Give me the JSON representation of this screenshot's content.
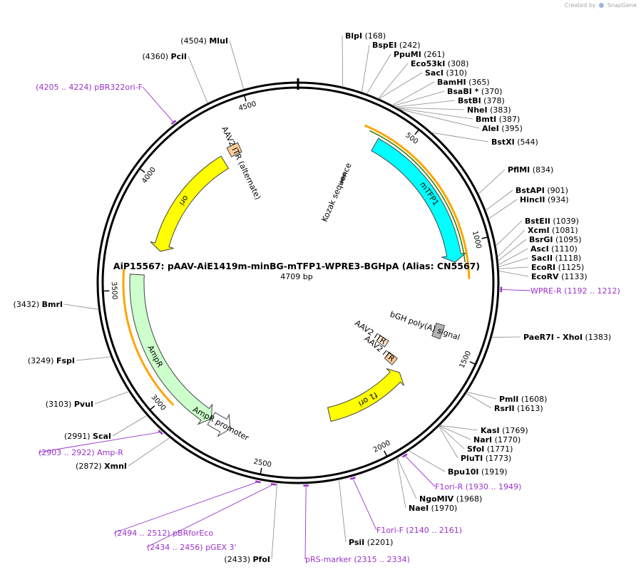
{
  "credit": {
    "prefix": "Created by",
    "brand": "SnapGene"
  },
  "plasmid": {
    "title": "AiP15567: pAAV-AiE1419m-minBG-mTFP1-WPRE3-BGHpA (Alias: CN5567)",
    "size_label": "4709 bp",
    "length": 4709
  },
  "colors": {
    "ori": "#ffff00",
    "mTFP1": "#00ffff",
    "AmpR": "#ccffcc",
    "f1ori": "#ffff00",
    "itr_alt": "#ffcc99",
    "itr": "#ffddbb",
    "bgh": "#b4b4b4",
    "primer": "#9a32cd",
    "orange_band": "#ffa500",
    "green_line": "#2e7d00"
  },
  "ticks": [
    {
      "pos": 500,
      "label": "500"
    },
    {
      "pos": 1000,
      "label": "1000"
    },
    {
      "pos": 1500,
      "label": "1500"
    },
    {
      "pos": 2000,
      "label": "2000"
    },
    {
      "pos": 2500,
      "label": "2500"
    },
    {
      "pos": 3000,
      "label": "3000"
    },
    {
      "pos": 3500,
      "label": "3500"
    },
    {
      "pos": 4000,
      "label": "4000"
    },
    {
      "pos": 4500,
      "label": "4500"
    }
  ],
  "features": [
    {
      "name": "mTFP1",
      "label": "mTFP1",
      "start": 380,
      "end": 1080,
      "kind": "arrow",
      "dir": 1,
      "color": "#00ffff"
    },
    {
      "name": "ori",
      "label": "ori",
      "start": 3700,
      "end": 4300,
      "kind": "arrow",
      "dir": -1,
      "color": "#ffff00"
    },
    {
      "name": "AmpR",
      "label": "AmpR",
      "start": 2780,
      "end": 3570,
      "kind": "arrow",
      "dir": -1,
      "color": "#ccffcc"
    },
    {
      "name": "AmpR promoter",
      "label": "AmpR promoter",
      "start": 2680,
      "end": 2780,
      "kind": "arrow",
      "dir": -1,
      "color": "#ffffff"
    },
    {
      "name": "f1 ori",
      "label": "f1 ori",
      "start": 1720,
      "end": 2180,
      "kind": "arrow",
      "dir": -1,
      "color": "#ffff00"
    },
    {
      "name": "AAV2 ITR (alternate)",
      "label": "AAV2 ITR (alternate)",
      "start": 4345,
      "end": 4405,
      "kind": "box",
      "color": "#ffcc99"
    },
    {
      "name": "AAV2 ITR",
      "label": "AAV2 ITR",
      "start": 1665,
      "end": 1715,
      "kind": "box",
      "color": "#ffcc99"
    },
    {
      "name": "AAV2 ITR",
      "label": "AAV2 ITR",
      "start": 1605,
      "end": 1655,
      "kind": "box",
      "color": "#ffe4c4"
    },
    {
      "name": "bGH poly(A) signal",
      "label": "bGH poly(A) signal",
      "start": 1390,
      "end": 1460,
      "kind": "box",
      "color": "#b4b4b4"
    },
    {
      "name": "Kozak sequence",
      "label": "Kozak sequence",
      "start": 300,
      "end": 310,
      "kind": "box",
      "color": "#808080"
    }
  ],
  "sites": [
    {
      "name": "BlpI",
      "pos": "(168)",
      "at": 168
    },
    {
      "name": "BspEI",
      "pos": "(242)",
      "at": 242
    },
    {
      "name": "PpuMI",
      "pos": "(261)",
      "at": 261
    },
    {
      "name": "Eco53kI",
      "pos": "(308)",
      "at": 308
    },
    {
      "name": "SacI",
      "pos": "(310)",
      "at": 310
    },
    {
      "name": "BamHI",
      "pos": "(365)",
      "at": 365
    },
    {
      "name": "BsaBI *",
      "pos": "(370)",
      "at": 370
    },
    {
      "name": "BstBI",
      "pos": "(378)",
      "at": 378
    },
    {
      "name": "NheI",
      "pos": "(383)",
      "at": 383
    },
    {
      "name": "BmtI",
      "pos": "(387)",
      "at": 387
    },
    {
      "name": "AleI",
      "pos": "(395)",
      "at": 395
    },
    {
      "name": "BstXI",
      "pos": "(544)",
      "at": 544
    },
    {
      "name": "PflMI",
      "pos": "(834)",
      "at": 834
    },
    {
      "name": "BstAPI",
      "pos": "(901)",
      "at": 901
    },
    {
      "name": "HincII",
      "pos": "(934)",
      "at": 934
    },
    {
      "name": "BstEII",
      "pos": "(1039)",
      "at": 1039
    },
    {
      "name": "XcmI",
      "pos": "(1081)",
      "at": 1081
    },
    {
      "name": "BsrGI",
      "pos": "(1095)",
      "at": 1095
    },
    {
      "name": "AscI",
      "pos": "(1110)",
      "at": 1110
    },
    {
      "name": "SacII",
      "pos": "(1118)",
      "at": 1118
    },
    {
      "name": "EcoRI",
      "pos": "(1125)",
      "at": 1125
    },
    {
      "name": "EcoRV",
      "pos": "(1133)",
      "at": 1133
    },
    {
      "name": "PaeR7I - XhoI",
      "pos": "(1383)",
      "at": 1383
    },
    {
      "name": "PmlI",
      "pos": "(1608)",
      "at": 1608
    },
    {
      "name": "RsrII",
      "pos": "(1613)",
      "at": 1613
    },
    {
      "name": "KasI",
      "pos": "(1769)",
      "at": 1769
    },
    {
      "name": "NarI",
      "pos": "(1770)",
      "at": 1770
    },
    {
      "name": "SfoI",
      "pos": "(1771)",
      "at": 1771
    },
    {
      "name": "PluTI",
      "pos": "(1773)",
      "at": 1773
    },
    {
      "name": "Bpu10I",
      "pos": "(1919)",
      "at": 1919
    },
    {
      "name": "NgoMIV",
      "pos": "(1968)",
      "at": 1968
    },
    {
      "name": "NaeI",
      "pos": "(1970)",
      "at": 1970
    },
    {
      "name": "PsiI",
      "pos": "(2201)",
      "at": 2201
    },
    {
      "name": "PfoI",
      "pos": "(2433)",
      "at": 2433
    },
    {
      "name": "XmnI",
      "pos": "(2872)",
      "at": 2872
    },
    {
      "name": "ScaI",
      "pos": "(2991)",
      "at": 2991
    },
    {
      "name": "PvuI",
      "pos": "(3103)",
      "at": 3103
    },
    {
      "name": "FspI",
      "pos": "(3249)",
      "at": 3249
    },
    {
      "name": "BmrI",
      "pos": "(3432)",
      "at": 3432
    },
    {
      "name": "PciI",
      "pos": "(4360)",
      "at": 4360
    },
    {
      "name": "MluI",
      "pos": "(4504)",
      "at": 4504
    }
  ],
  "primers": [
    {
      "name": "pBR322ori-F",
      "range": "(4205 .. 4224)",
      "at": 4215
    },
    {
      "name": "WPRE-R",
      "range": "(1192 .. 1212)",
      "at": 1202
    },
    {
      "name": "F1ori-R",
      "range": "(1930 .. 1949)",
      "at": 1940
    },
    {
      "name": "F1ori-F",
      "range": "(2140 .. 2161)",
      "at": 2150
    },
    {
      "name": "pRS-marker",
      "range": "(2315 .. 2334)",
      "at": 2325
    },
    {
      "name": "pGEX 3'",
      "range": "(2434 .. 2456)",
      "at": 2445
    },
    {
      "name": "pBRforEco",
      "range": "(2494 .. 2512)",
      "at": 2503
    },
    {
      "name": "Amp-R",
      "range": "(2903 .. 2922)",
      "at": 2912
    }
  ]
}
